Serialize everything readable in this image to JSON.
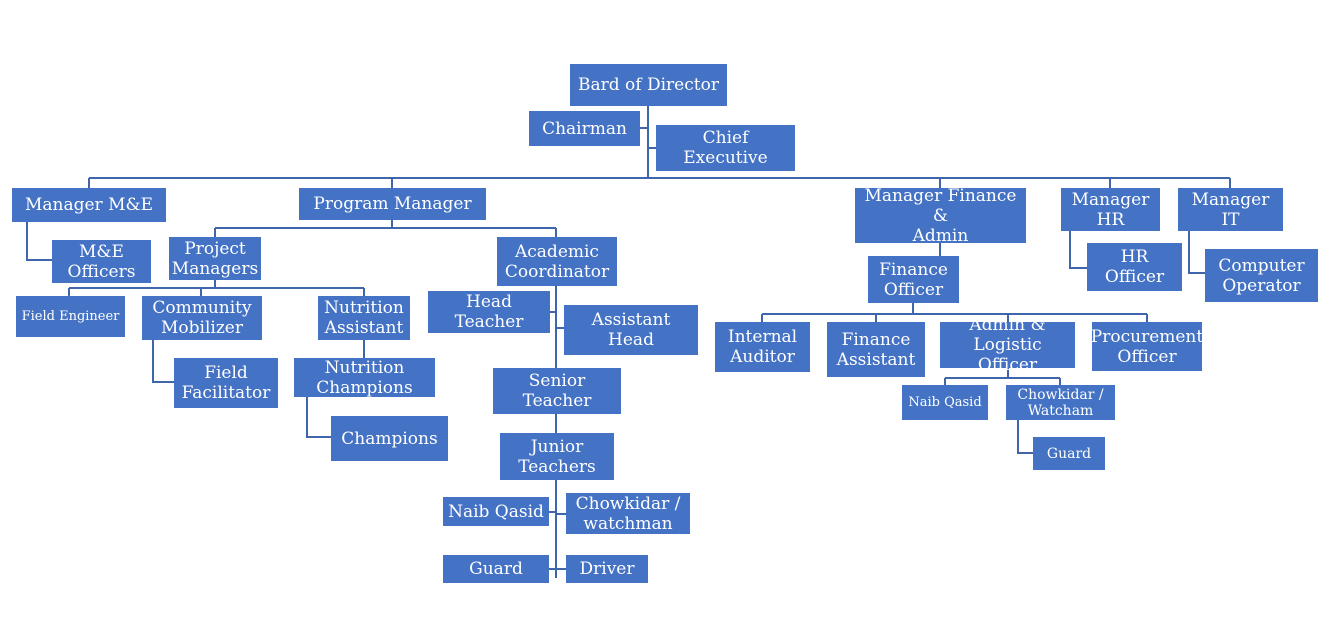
{
  "nodes": {
    "board": "Bard of Director",
    "chairman": "Chairman",
    "chief_executive": "Chief Executive",
    "manager_me": "Manager M&E",
    "program_manager": "Program Manager",
    "manager_finance": "Manager Finance  &\nAdmin",
    "manager_hr": "Manager\nHR",
    "manager_it": "Manager IT",
    "me_officers": "M&E\nOfficers",
    "project_managers": "Project\nManagers",
    "academic_coordinator": "Academic\nCoordinator",
    "field_engineer": "Field Engineer",
    "community_mobilizer": "Community\nMobilizer",
    "nutrition_assistant": "Nutrition\nAssistant",
    "field_facilitator": "Field\nFacilitator",
    "nutrition_champions": "Nutrition\nChampions",
    "champions": "Champions",
    "head_teacher": "Head Teacher",
    "assistant_head": "Assistant Head",
    "senior_teacher": "Senior Teacher",
    "junior_teachers": "Junior\nTeachers",
    "school_naib_qasid": "Naib Qasid",
    "school_chowkidar": "Chowkidar /\nwatchman",
    "school_guard": "Guard",
    "driver": "Driver",
    "finance_officer": "Finance\nOfficer",
    "internal_auditor": "Internal\nAuditor",
    "finance_assistant": "Finance\nAssistant",
    "admin_logistic_officer": "Admin &\nLogistic Officer",
    "procurement_officer": "Procurement\nOfficer",
    "admin_naib_qasid": "Naib Qasid",
    "admin_chowkidar": "Chowkidar /\nWatcham",
    "admin_guard": "Guard",
    "hr_officer": "HR Officer",
    "computer_operator": "Computer\nOperator"
  },
  "colors": {
    "box_fill": "#4472c4",
    "box_text": "#ffffff",
    "connector": "#3f66ab"
  }
}
